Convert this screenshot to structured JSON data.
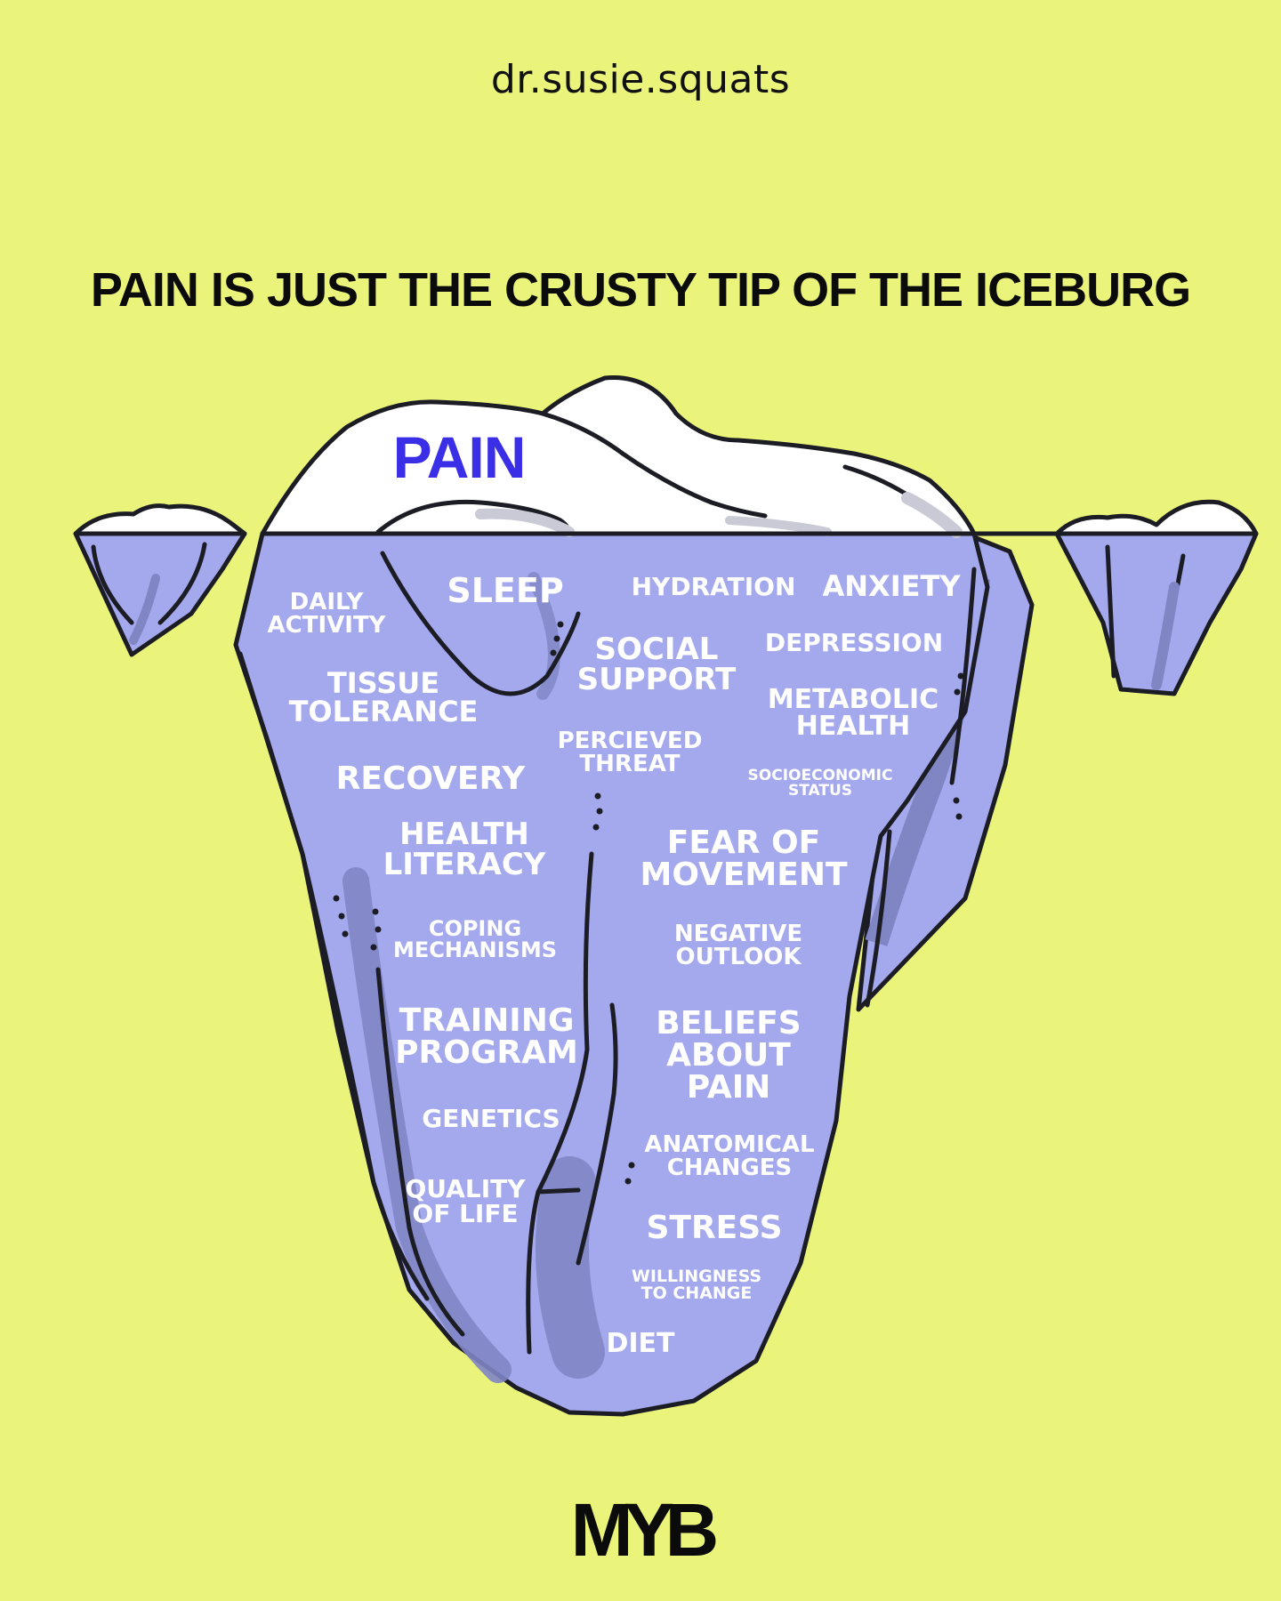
{
  "handle": "dr.susie.squats",
  "headline": "PAIN IS JUST THE CRUSTY TIP OF THE ICEBURG",
  "tip_label": "PAIN",
  "labels": [
    "DAILY\nACTIVITY",
    "SLEEP",
    "HYDRATION",
    "ANXIETY",
    "SOCIAL\nSUPPORT",
    "DEPRESSION",
    "TISSUE\nTOLERANCE",
    "METABOLIC\nHEALTH",
    "PERCIEVED\nTHREAT",
    "RECOVERY",
    "SOCIOECONOMIC\nSTATUS",
    "HEALTH\nLITERACY",
    "FEAR OF\nMOVEMENT",
    "COPING\nMECHANISMS",
    "NEGATIVE\nOUTLOOK",
    "TRAINING\nPROGRAM",
    "BELIEFS\nABOUT\nPAIN",
    "GENETICS",
    "ANATOMICAL\nCHANGES",
    "QUALITY\nOF LIFE",
    "STRESS",
    "WILLINGNESS\nTO CHANGE",
    "DIET"
  ],
  "logo": "MYB",
  "colors": {
    "background": "#ebf47a",
    "ice_underwater": "#a4a9ee",
    "ice_shadow": "#8085c4",
    "snow": "#ffffff",
    "tip_text": "#3a2ee6",
    "outline": "#1c1c24"
  }
}
